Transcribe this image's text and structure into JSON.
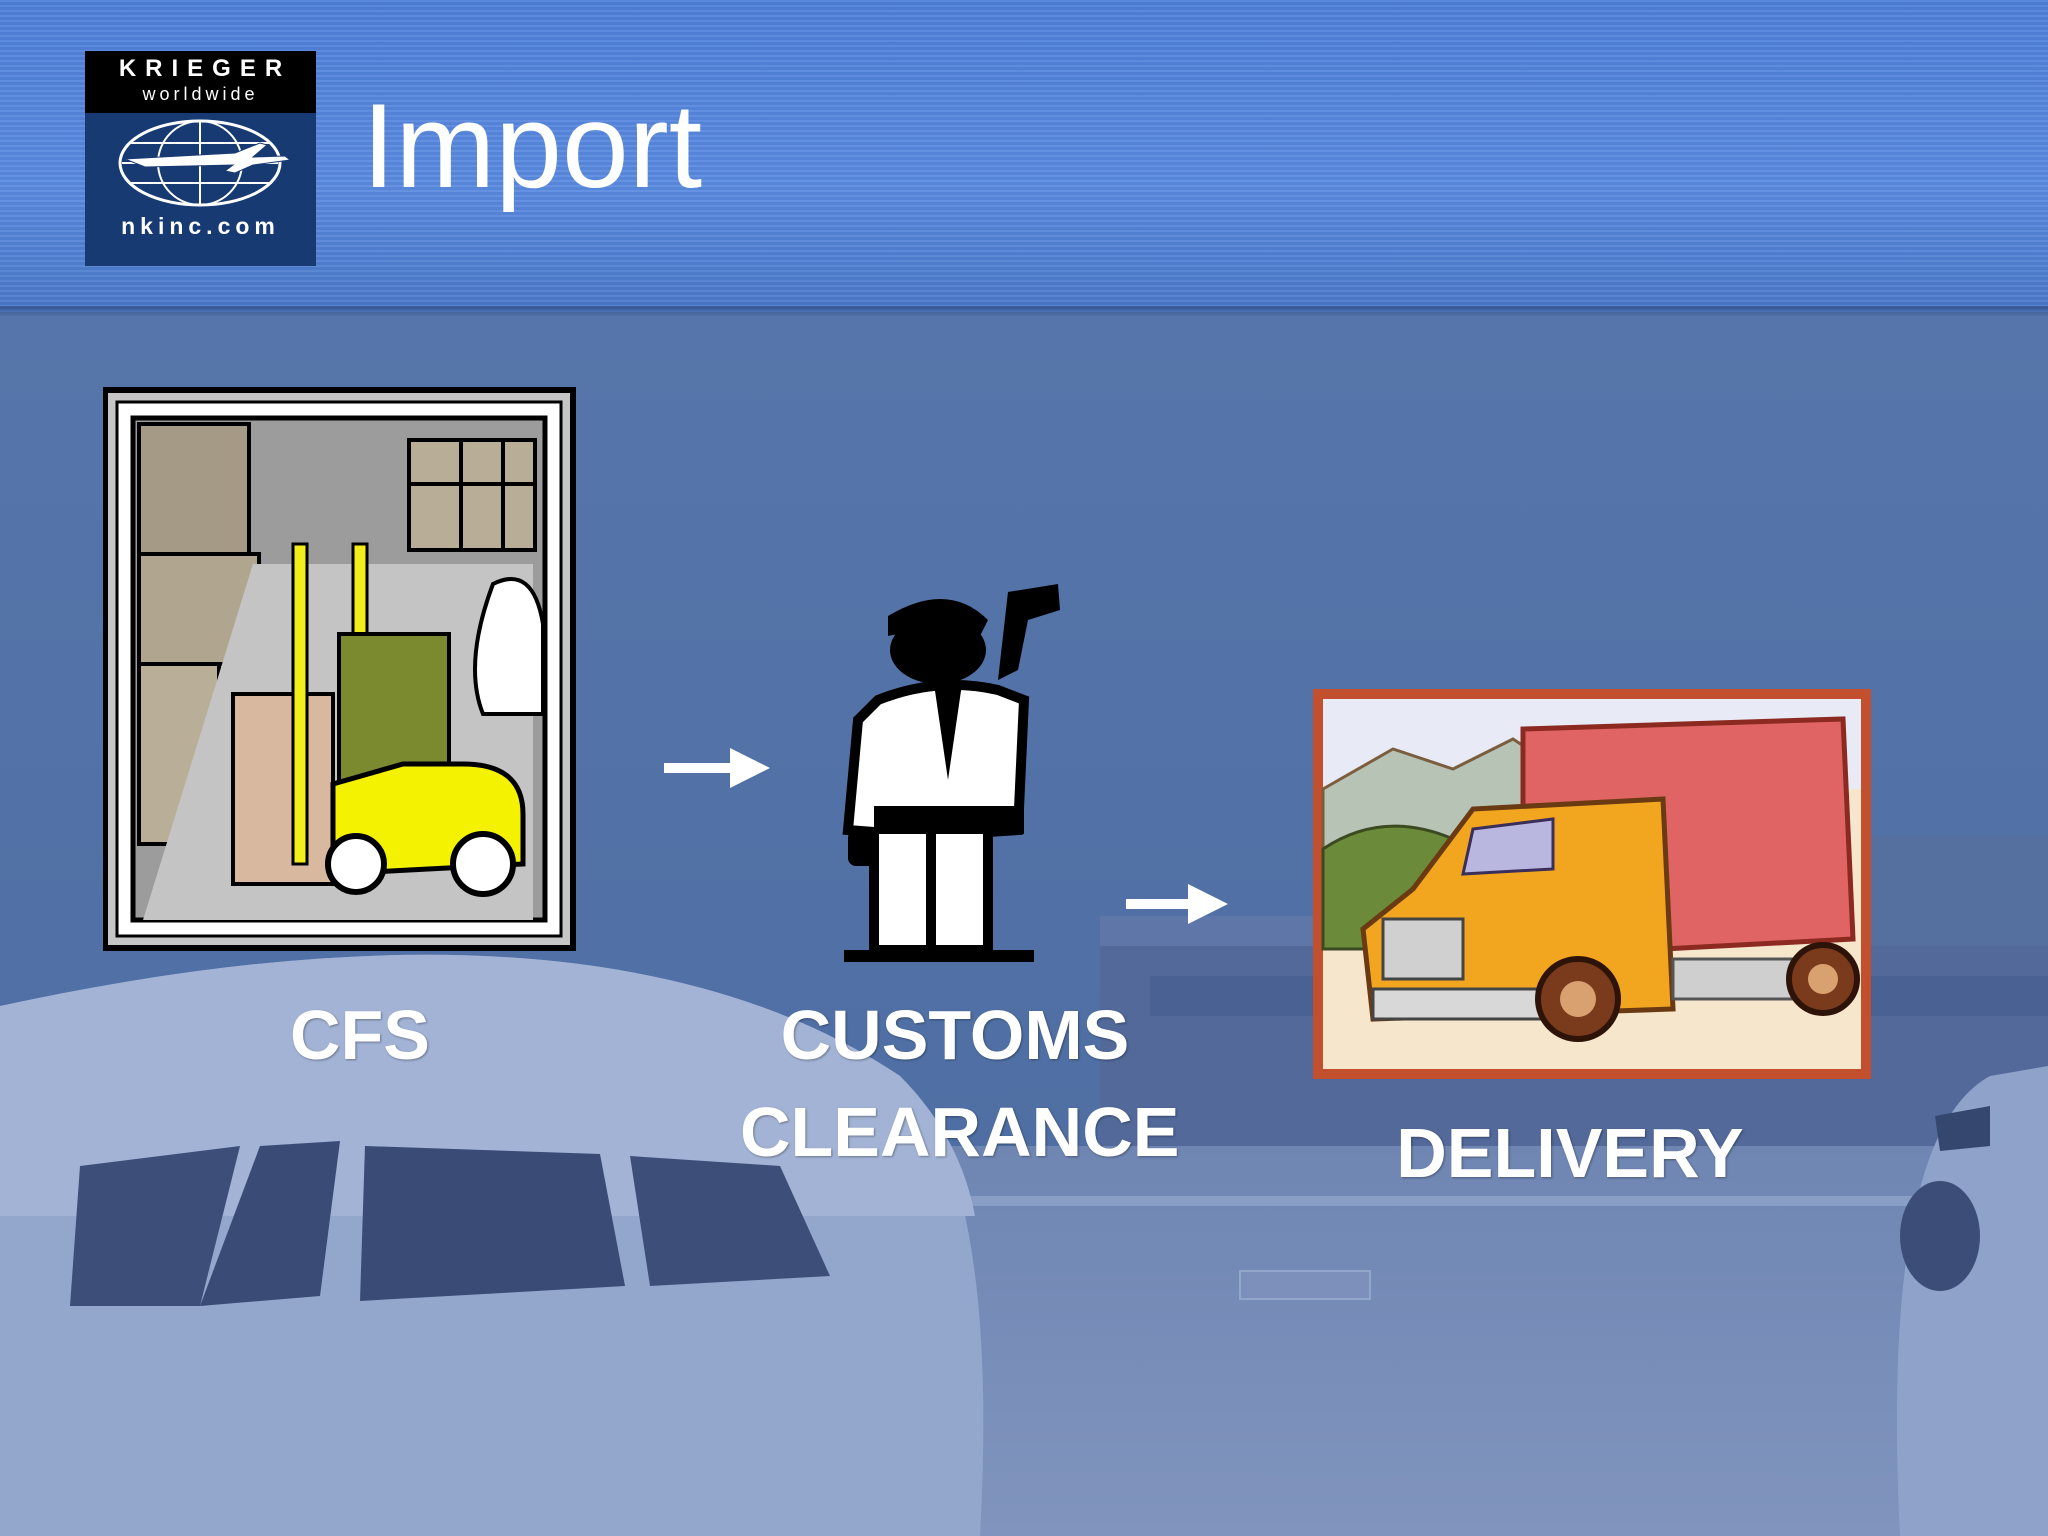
{
  "logo": {
    "brand": "KRIEGER",
    "sub": "worldwide",
    "website": "nkinc.com"
  },
  "title": "Import",
  "steps": [
    {
      "label": "CFS",
      "icon": "warehouse-forklift-icon"
    },
    {
      "label_line1": "CUSTOMS",
      "label_line2": "CLEARANCE",
      "icon": "customs-officer-icon"
    },
    {
      "label": "DELIVERY",
      "icon": "delivery-truck-icon"
    }
  ],
  "colors": {
    "header": "#5a8ae0",
    "background": "#4f70a6",
    "text": "#ffffff"
  }
}
